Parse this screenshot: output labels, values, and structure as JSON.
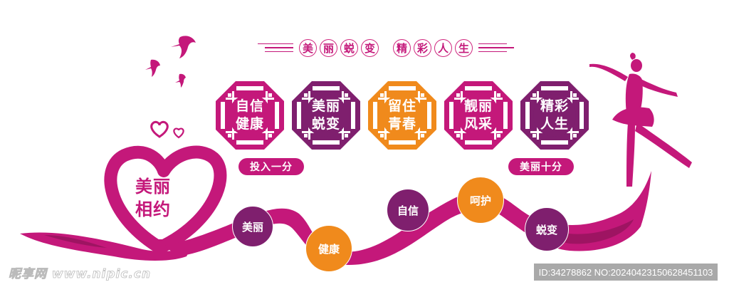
{
  "colors": {
    "magenta": "#c4187a",
    "purple": "#7f1f6e",
    "orange": "#f08a1c",
    "dark_ribbon": "#9e1462"
  },
  "title": {
    "left_chars": [
      "美",
      "丽",
      "蜕",
      "变"
    ],
    "right_chars": [
      "精",
      "彩",
      "人",
      "生"
    ]
  },
  "octagons": [
    {
      "line1": "自信",
      "line2": "健康",
      "color": "#c4187a"
    },
    {
      "line1": "美丽",
      "line2": "蜕变",
      "color": "#7f1f6e"
    },
    {
      "line1": "留住",
      "line2": "青春",
      "color": "#f08a1c"
    },
    {
      "line1": "靓丽",
      "line2": "风采",
      "color": "#c4187a"
    },
    {
      "line1": "精彩",
      "line2": "人生",
      "color": "#7f1f6e"
    }
  ],
  "pills": {
    "left": "投入一分",
    "right": "美丽十分"
  },
  "heart": {
    "line1": "美丽",
    "line2": "相约"
  },
  "wave_circles": [
    {
      "label": "美丽",
      "color": "#7f1f6e"
    },
    {
      "label": "健康",
      "color": "#f08a1c"
    },
    {
      "label": "自信",
      "color": "#7f1f6e"
    },
    {
      "label": "呵护",
      "color": "#f08a1c"
    },
    {
      "label": "蜕变",
      "color": "#7f1f6e"
    }
  ],
  "watermark": {
    "site": "昵享网 www.nipic.cn",
    "id_text": "ID:34278862 NO:20240423150628451103"
  }
}
